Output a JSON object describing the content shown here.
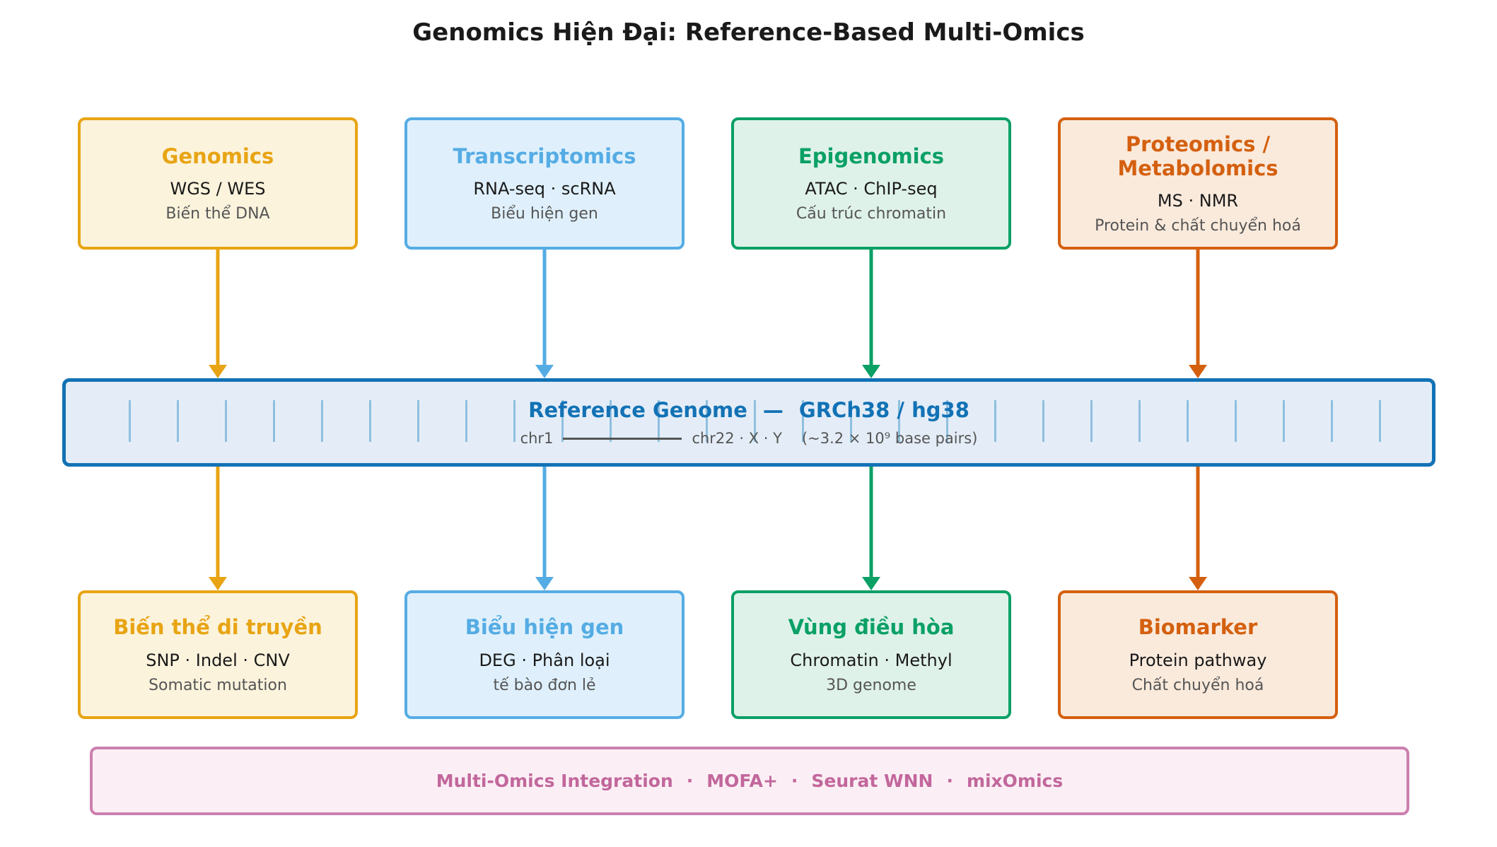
{
  "title": "Genomics Hiện Đại: Reference-Based Multi-Omics",
  "columns": [
    {
      "accent": "#E8A413",
      "bg": "#FBF3DC",
      "top": {
        "title": "Genomics",
        "line1": "WGS / WES",
        "line2": "Biến thể DNA"
      },
      "bottom": {
        "title": "Biến thể di truyền",
        "line1": "SNP · Indel · CNV",
        "line2": "Somatic mutation"
      }
    },
    {
      "accent": "#55ACE4",
      "bg": "#DFF0FC",
      "top": {
        "title": "Transcriptomics",
        "line1": "RNA-seq · scRNA",
        "line2": "Biểu hiện gen"
      },
      "bottom": {
        "title": "Biểu hiện gen",
        "line1": "DEG · Phân loại",
        "line2": "tế bào đơn lẻ"
      }
    },
    {
      "accent": "#0AA066",
      "bg": "#DFF2EA",
      "top": {
        "title": "Epigenomics",
        "line1": "ATAC · ChIP-seq",
        "line2": "Cấu trúc chromatin"
      },
      "bottom": {
        "title": "Vùng điều hòa",
        "line1": "Chromatin · Methyl",
        "line2": "3D genome"
      }
    },
    {
      "accent": "#D4600F",
      "bg": "#FAEADC",
      "top": {
        "title": "Proteomics / Metabolomics",
        "line1": "MS · NMR",
        "line2": "Protein & chất chuyển hoá"
      },
      "bottom": {
        "title": "Biomarker",
        "line1": "Protein pathway",
        "line2": "Chất chuyển hoá"
      }
    }
  ],
  "reference_bar": {
    "accent": "#1272B5",
    "bg": "#E4EDF7",
    "tick": "#8FBFDF",
    "title_left": "Reference Genome",
    "title_dash": "—",
    "title_right": "GRCh38 / hg38",
    "chr_start": "chr1",
    "chr_end": "chr22 · X · Y",
    "base_pairs": "(~3.2 × 10⁹ base pairs)"
  },
  "integration": {
    "accent": "#C2679C",
    "border": "#CC7FAF",
    "bg": "#FBEFF5",
    "separator": "·",
    "items": [
      "Multi-Omics Integration",
      "MOFA+",
      "Seurat WNN",
      "mixOmics"
    ]
  }
}
